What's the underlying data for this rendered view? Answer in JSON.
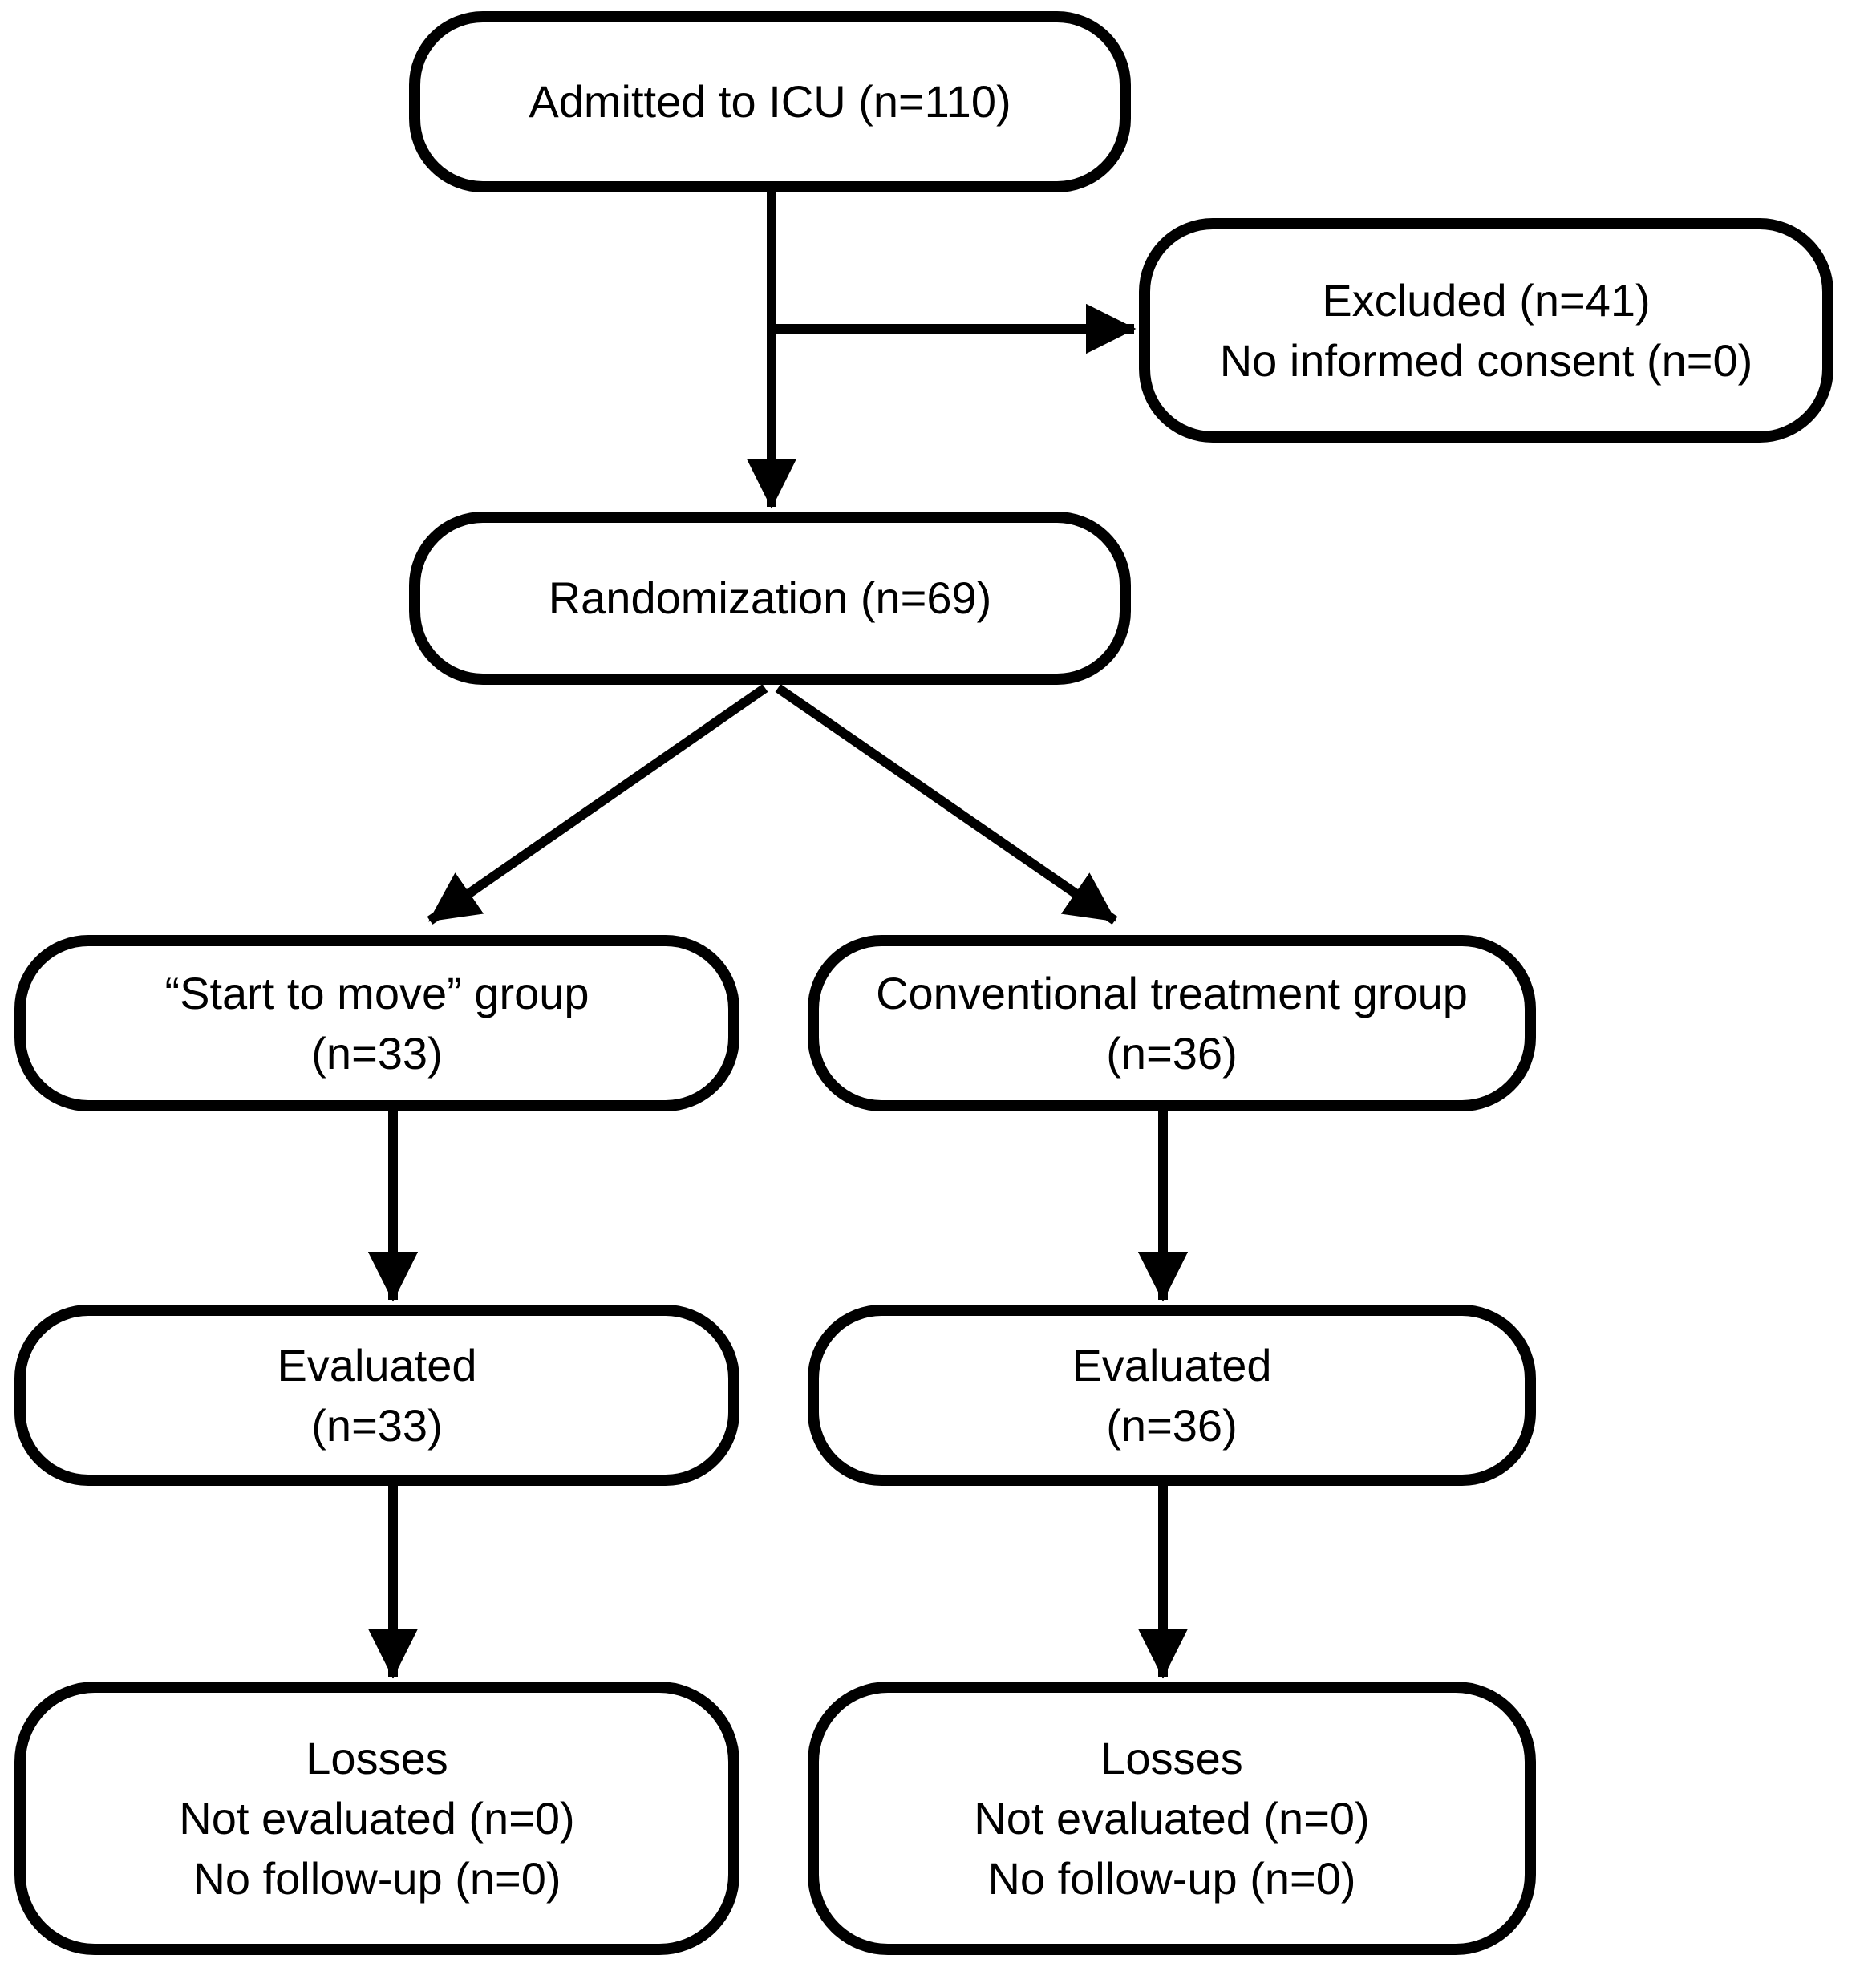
{
  "diagram_type": "flowchart",
  "colors": {
    "ink": "#000000",
    "paper": "#ffffff"
  },
  "nodes": {
    "admitted": {
      "lines": [
        "Admitted to ICU (n=110)"
      ]
    },
    "excluded": {
      "lines": [
        "Excluded (n=41)",
        "No informed consent (n=0)"
      ]
    },
    "randomization": {
      "lines": [
        "Randomization (n=69)"
      ]
    },
    "start_to_move": {
      "lines": [
        "“Start to move” group",
        "(n=33)"
      ]
    },
    "conventional": {
      "lines": [
        "Conventional treatment group",
        "(n=36)"
      ]
    },
    "evaluated_stm": {
      "lines": [
        "Evaluated",
        "(n=33)"
      ]
    },
    "evaluated_conv": {
      "lines": [
        "Evaluated",
        "(n=36)"
      ]
    },
    "losses_stm": {
      "lines": [
        "Losses",
        "Not evaluated (n=0)",
        "No follow-up (n=0)"
      ]
    },
    "losses_conv": {
      "lines": [
        "Losses",
        "Not evaluated (n=0)",
        "No follow-up (n=0)"
      ]
    }
  },
  "edges": [
    {
      "from": "admitted",
      "to": "excluded",
      "style": "arrow"
    },
    {
      "from": "admitted",
      "to": "randomization",
      "style": "arrow"
    },
    {
      "from": "randomization",
      "to": "start_to_move",
      "style": "arrow"
    },
    {
      "from": "randomization",
      "to": "conventional",
      "style": "arrow"
    },
    {
      "from": "start_to_move",
      "to": "evaluated_stm",
      "style": "arrow"
    },
    {
      "from": "conventional",
      "to": "evaluated_conv",
      "style": "arrow"
    },
    {
      "from": "evaluated_stm",
      "to": "losses_stm",
      "style": "arrow"
    },
    {
      "from": "evaluated_conv",
      "to": "losses_conv",
      "style": "arrow"
    }
  ]
}
